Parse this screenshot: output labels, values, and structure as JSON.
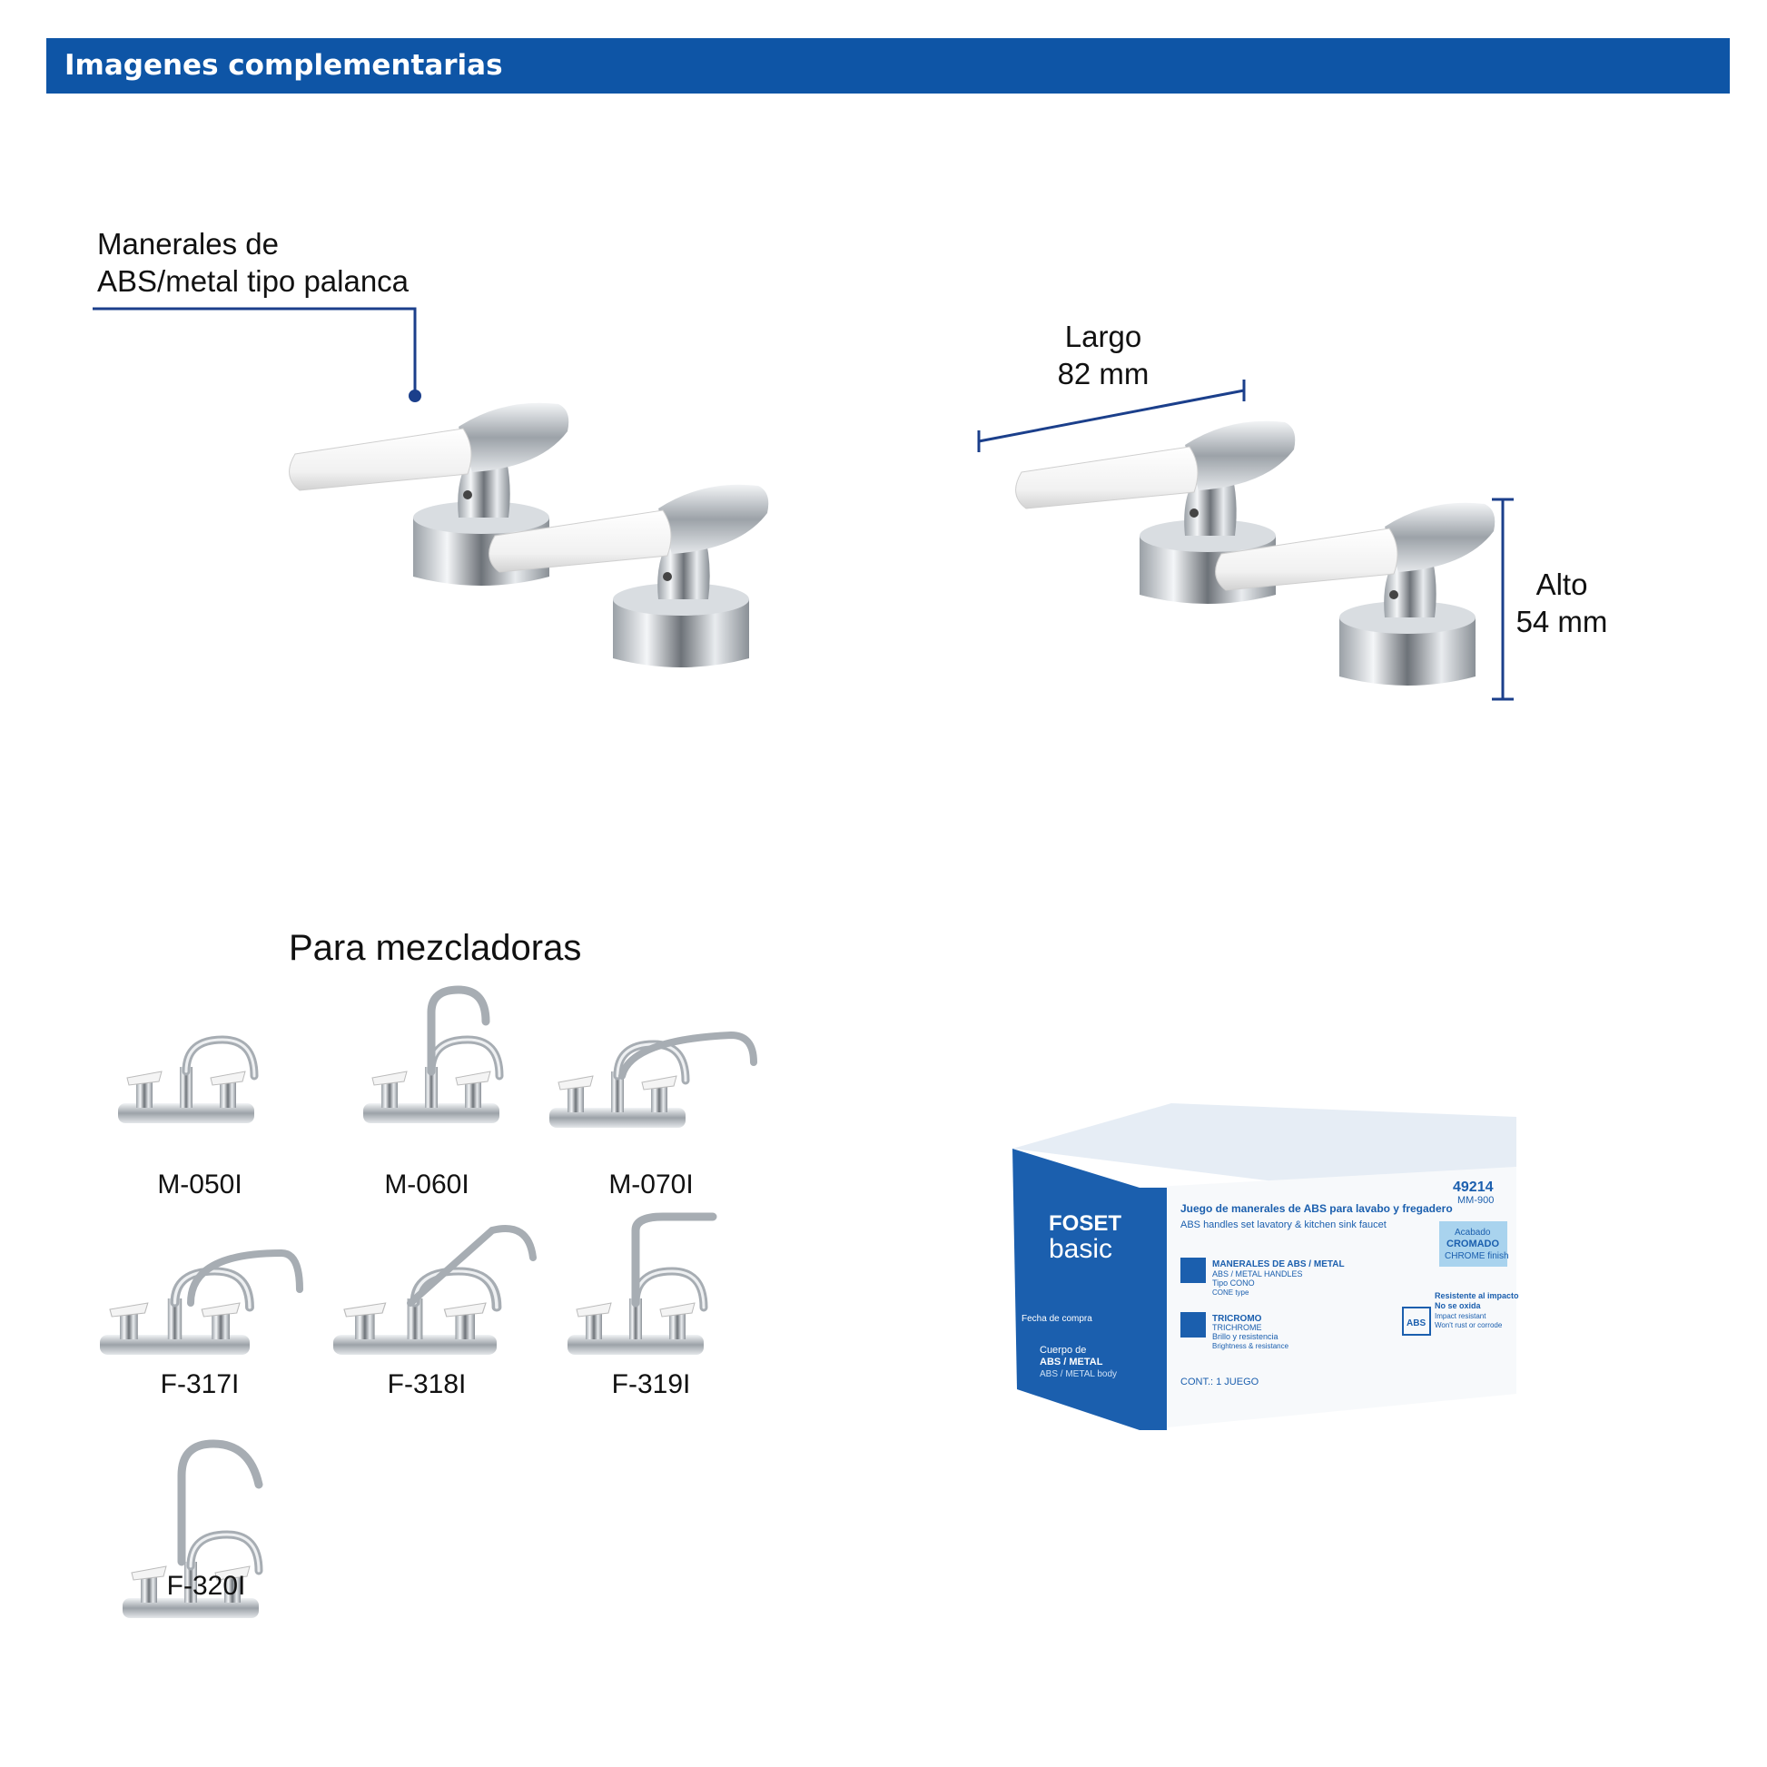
{
  "header": {
    "title": "Imagenes complementarias"
  },
  "callout": {
    "line1": "Manerales de",
    "line2": "ABS/metal tipo palanca"
  },
  "dimensions": {
    "length_label": "Largo",
    "length_value": "82 mm",
    "height_label": "Alto",
    "height_value": "54 mm"
  },
  "compat": {
    "title": "Para mezcladoras",
    "models": [
      "M-050I",
      "M-060I",
      "M-070I",
      "F-317I",
      "F-318I",
      "F-319I",
      "F-320I"
    ]
  },
  "box": {
    "brand": "FOSET",
    "line": "basic",
    "code": "49214",
    "model": "MM-900",
    "title_es": "Juego de manerales de ABS para lavabo y fregadero",
    "title_en": "ABS handles set lavatory & kitchen sink faucet",
    "feature1_title": "MANERALES DE ABS / METAL",
    "feature1_en": "ABS / METAL HANDLES",
    "feature1_type": "Tipo CONO",
    "feature1_type_en": "CONE type",
    "finish_label": "Acabado",
    "finish_es": "CROMADO",
    "finish_en": "CHROME finish",
    "feature2_title": "TRICROMO",
    "feature2_en": "TRICHROME",
    "feature2_desc": "Brillo y resistencia",
    "feature2_desc_en": "Brightness & resistance",
    "feature3_title": "Resistente al impacto",
    "feature3_b": "No se oxida",
    "feature3_en": "Impact resistant",
    "feature3_en2": "Won't rust or corrode",
    "abs_badge": "ABS",
    "contents": "CONT.: 1 JUEGO",
    "body_label": "Cuerpo de",
    "body_material": "ABS / METAL",
    "body_en": "ABS / METAL body",
    "warranty_note": "Fecha de compra"
  },
  "colors": {
    "header_blue": "#0e55a6",
    "callout_blue": "#1b3f8b",
    "box_blue": "#1b5fae"
  }
}
